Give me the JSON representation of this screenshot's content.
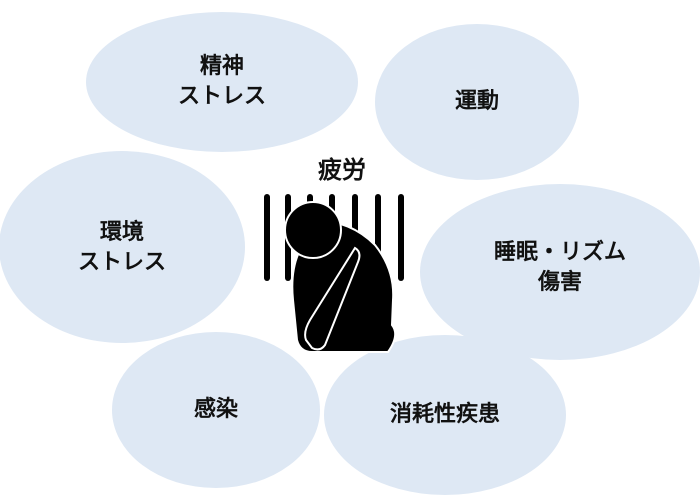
{
  "center": {
    "title": "疲労",
    "icon": "exhausted-person-icon"
  },
  "factors": [
    {
      "line1": "精神",
      "line2": "ストレス"
    },
    {
      "line1": "運動",
      "line2": ""
    },
    {
      "line1": "環境",
      "line2": "ストレス"
    },
    {
      "line1": "睡眠・リズム",
      "line2": "傷害"
    },
    {
      "line1": "感染",
      "line2": ""
    },
    {
      "line1": "消耗性疾患",
      "line2": ""
    }
  ],
  "colors": {
    "bubble": "#dee8f4",
    "icon": "#000000"
  }
}
